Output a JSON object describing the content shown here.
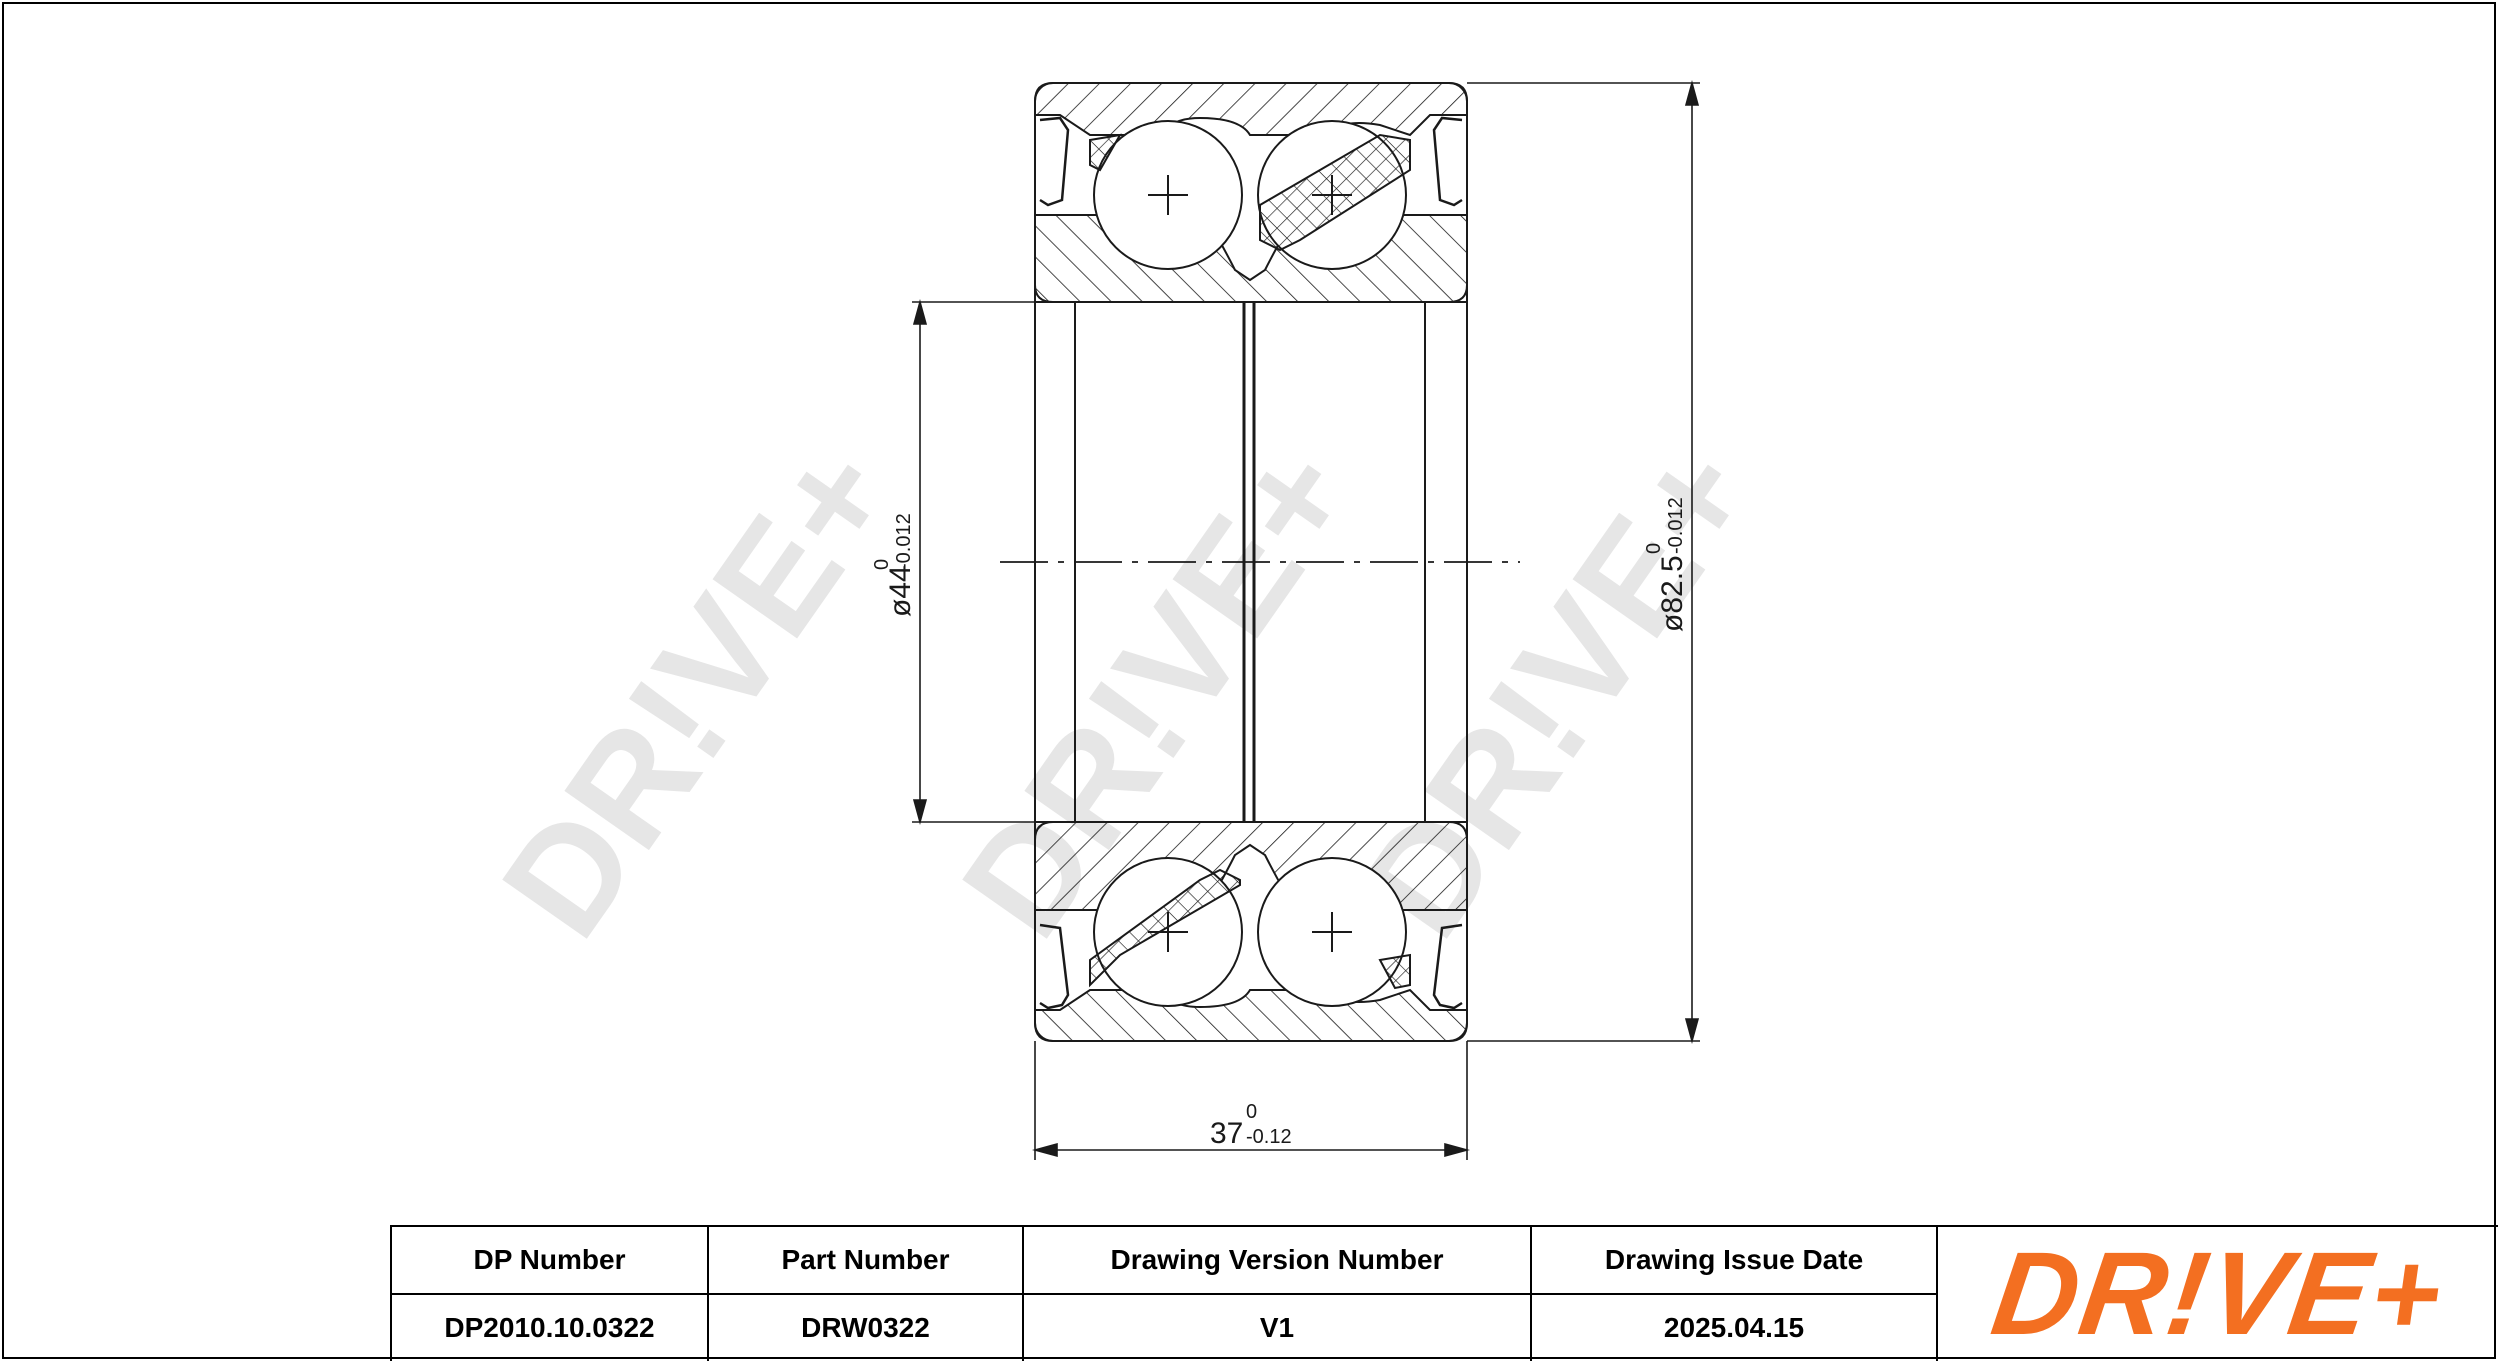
{
  "drawing": {
    "watermark_text": "DR!VE+",
    "dimensions": {
      "inner_diameter": {
        "symbol": "ø",
        "nominal": "44",
        "upper_tol": "0",
        "lower_tol": "-0.012"
      },
      "outer_diameter": {
        "symbol": "ø",
        "nominal": "82.5",
        "upper_tol": "0",
        "lower_tol": "-0.012"
      },
      "width": {
        "nominal": "37",
        "upper_tol": "0",
        "lower_tol": "-0.12"
      }
    }
  },
  "title_block": {
    "columns": [
      {
        "header": "DP Number",
        "value": "DP2010.10.0322"
      },
      {
        "header": "Part Number",
        "value": "DRW0322"
      },
      {
        "header": "Drawing Version Number",
        "value": "V1"
      },
      {
        "header": "Drawing Issue Date",
        "value": "2025.04.15"
      }
    ],
    "logo_text": "DR!VE+",
    "logo_color": "#f36f21"
  },
  "colors": {
    "line": "#1a1a1a",
    "watermark": "#e6e6e6",
    "brand": "#f36f21"
  }
}
